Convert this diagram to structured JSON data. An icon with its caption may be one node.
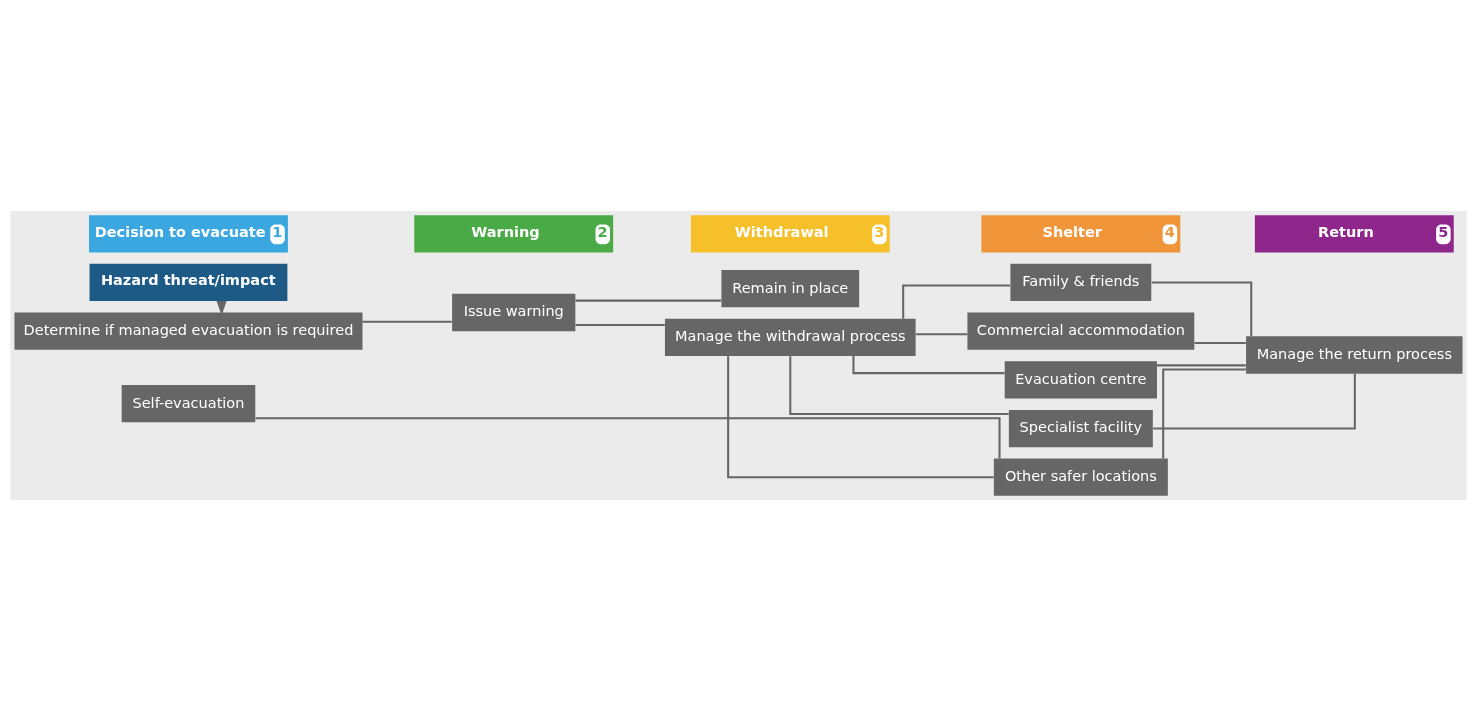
{
  "diagram": {
    "nodes": [
      {
        "text": [
          "Decision to evacuate",
          "1"
        ]
      },
      {
        "text": [
          "Warning",
          "2"
        ]
      },
      {
        "text": [
          "Withdrawal",
          "3"
        ]
      },
      {
        "text": [
          "Shelter",
          "4"
        ]
      },
      {
        "text": [
          "Return",
          "5"
        ]
      },
      {
        "text": [
          "Hazard threat/impact"
        ]
      },
      {
        "text": [
          "Determine if managed evacuation is required"
        ]
      },
      {
        "text": [
          "Self-evacuation"
        ]
      },
      {
        "text": [
          "Issue warning"
        ]
      },
      {
        "text": [
          "Remain in place"
        ]
      },
      {
        "text": [
          "Manage the withdrawal process"
        ]
      },
      {
        "text": [
          "Family & friends"
        ]
      },
      {
        "text": [
          "Commercial accommodation"
        ]
      },
      {
        "text": [
          "Evacuation centre"
        ]
      },
      {
        "text": [
          "Specialist facility"
        ]
      },
      {
        "text": [
          "Other safer locations"
        ]
      },
      {
        "text": [
          "Manage the return process"
        ]
      }
    ],
    "edges": [
      {
        "from": 5,
        "to": 6,
        "arrow": "to"
      },
      {
        "from": 6,
        "to": 8,
        "arrow": "none"
      },
      {
        "from": 8,
        "to": 9,
        "arrow": "none"
      },
      {
        "from": 8,
        "to": 10,
        "arrow": "none"
      },
      {
        "from": 10,
        "to": 11,
        "arrow": "none"
      },
      {
        "from": 10,
        "to": 12,
        "arrow": "none"
      },
      {
        "from": 10,
        "to": 13,
        "arrow": "none"
      },
      {
        "from": 10,
        "to": 14,
        "arrow": "none"
      },
      {
        "from": 10,
        "to": 15,
        "arrow": "none"
      },
      {
        "from": 11,
        "to": 16,
        "arrow": "none"
      },
      {
        "from": 12,
        "to": 16,
        "arrow": "none"
      },
      {
        "from": 13,
        "to": 16,
        "arrow": "none"
      },
      {
        "from": 14,
        "to": 16,
        "arrow": "none"
      },
      {
        "from": 15,
        "to": 16,
        "arrow": "none"
      },
      {
        "from": 7,
        "to": 15,
        "arrow": "none"
      }
    ]
  }
}
